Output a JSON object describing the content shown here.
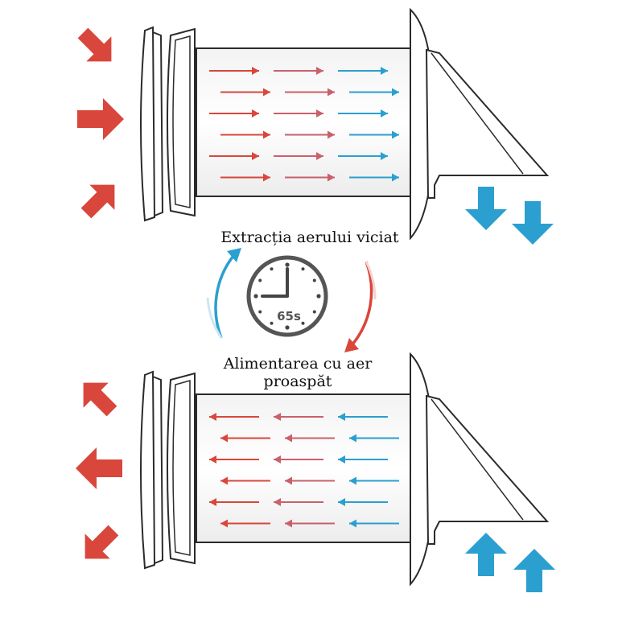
{
  "labels": {
    "extraction": "Extracția aerului viciat",
    "supply": "Alimentarea cu aer\nproaspăt",
    "timer": "65s"
  },
  "colors": {
    "warm_air": "#d9463b",
    "cool_air": "#2a9fd0",
    "outline": "#2b2b2b",
    "clock_ring": "#555555"
  },
  "icons": {
    "clock": "clock-icon",
    "cycle": "cycle-arrows-icon"
  }
}
